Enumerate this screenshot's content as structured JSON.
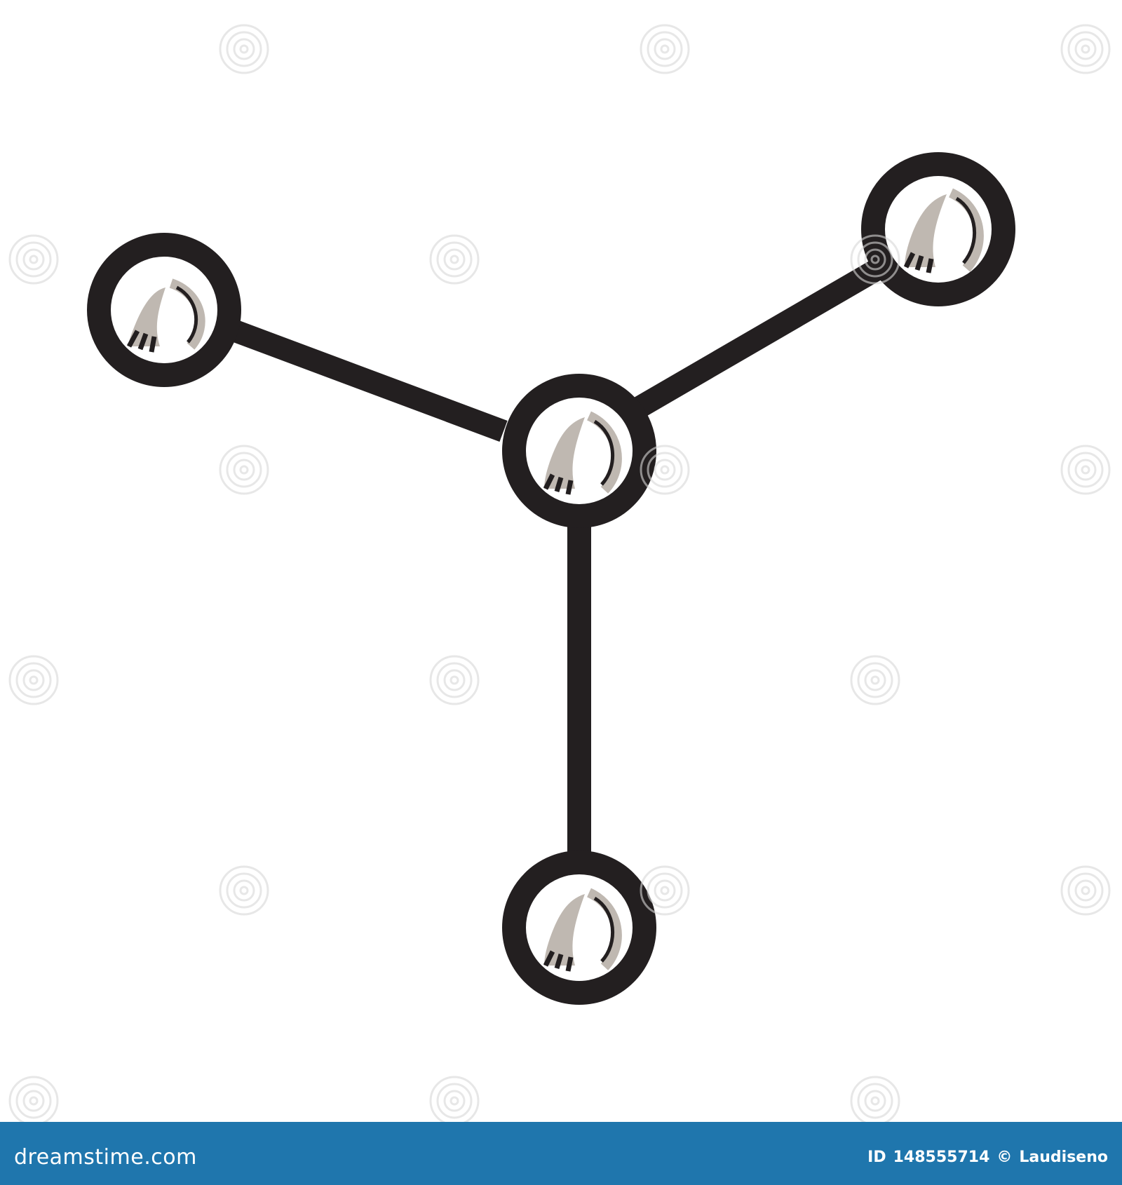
{
  "image": {
    "subject": "molecule-icon",
    "colors": {
      "outline": "#231f20",
      "fill_inner": "#ffffff",
      "shine": "#bfb8b1",
      "background": "#ffffff",
      "watermark": "#c8c8c8"
    }
  },
  "footer": {
    "brand": "dreamstime.com",
    "id_label": "ID",
    "id_value": "148555714",
    "copyright_symbol": "©",
    "author": "Laudiseno",
    "background_color": "#1f76ad"
  }
}
